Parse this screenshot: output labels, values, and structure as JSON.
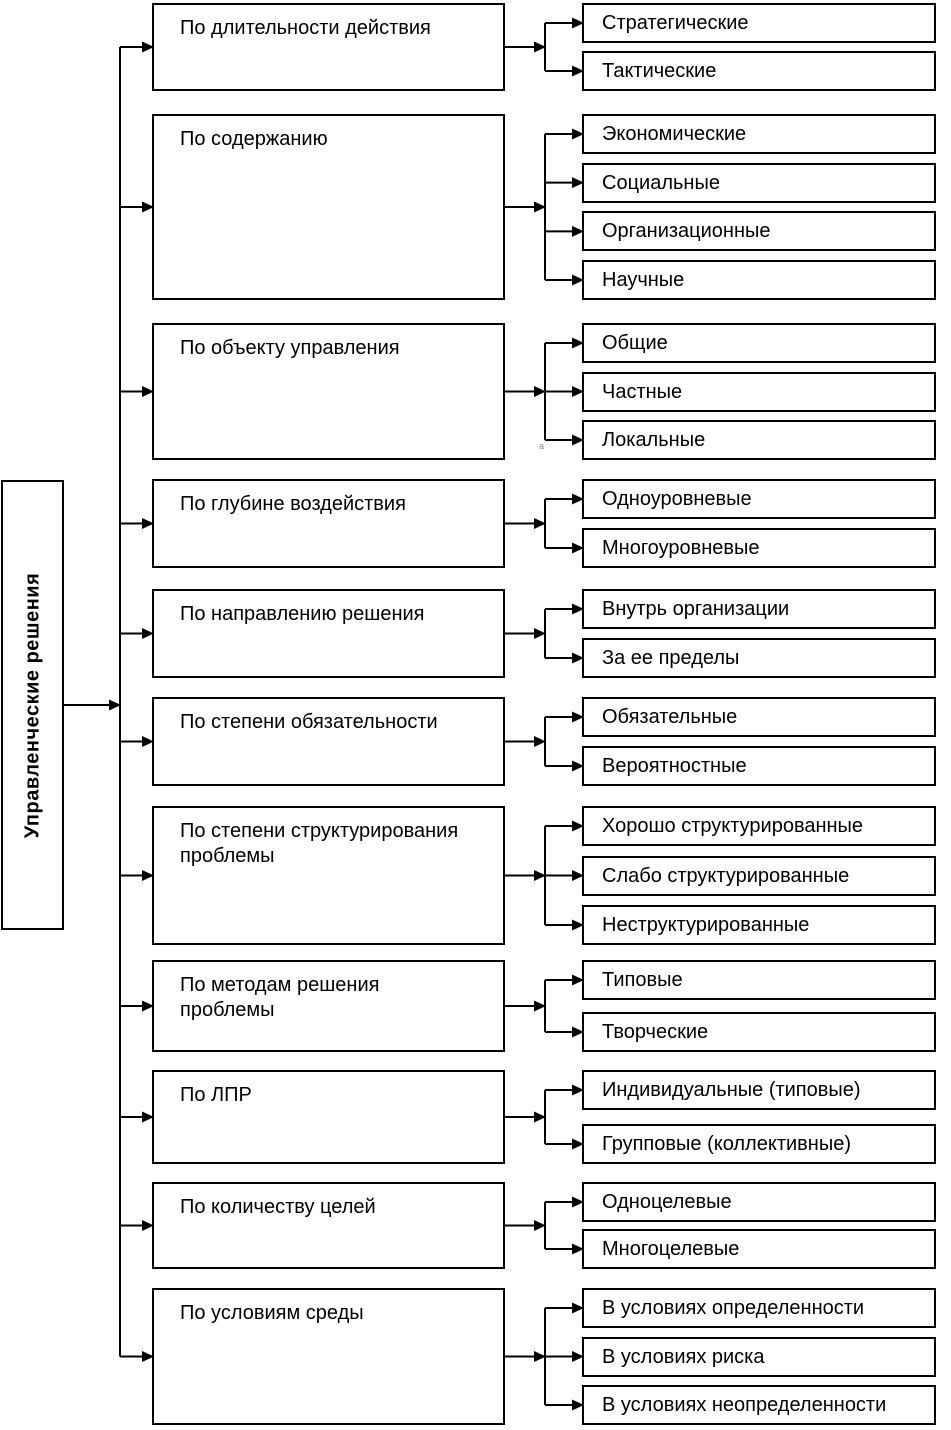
{
  "root": {
    "label": "Управленческие решения"
  },
  "groups": [
    {
      "category": "По длительности действия",
      "children": [
        "Стратегические",
        "Тактические"
      ]
    },
    {
      "category": "По содержанию",
      "children": [
        "Экономические",
        "Социальные",
        "Организационные",
        "Научные"
      ]
    },
    {
      "category": "По объекту управления",
      "children": [
        "Общие",
        "Частные",
        "Локальные"
      ]
    },
    {
      "category": "По глубине воздействия",
      "children": [
        "Одноуровневые",
        "Многоуровневые"
      ]
    },
    {
      "category": "По направлению решения",
      "children": [
        "Внутрь организации",
        "За ее пределы"
      ]
    },
    {
      "category": "По степени обязательности",
      "children": [
        "Обязательные",
        "Вероятностные"
      ]
    },
    {
      "category": "По степени структурирования\nпроблемы",
      "children": [
        "Хорошо структурированные",
        "Слабо структурированные",
        "Неструктурированные"
      ]
    },
    {
      "category": "По методам решения\nпроблемы",
      "children": [
        "Типовые",
        "Творческие"
      ]
    },
    {
      "category": "По ЛПР",
      "children": [
        "Индивидуальные (типовые)",
        "Групповые (коллективные)"
      ]
    },
    {
      "category": "По количеству целей",
      "children": [
        "Одноцелевые",
        "Многоцелевые"
      ]
    },
    {
      "category": "По условиям среды",
      "children": [
        "В условиях определенности",
        "В условиях риска",
        "В условиях неопределенности"
      ]
    }
  ],
  "stray_mark": "а",
  "colors": {
    "line": "#000000",
    "box_border": "#000000",
    "box_fill": "#ffffff",
    "background": "#ffffff"
  }
}
